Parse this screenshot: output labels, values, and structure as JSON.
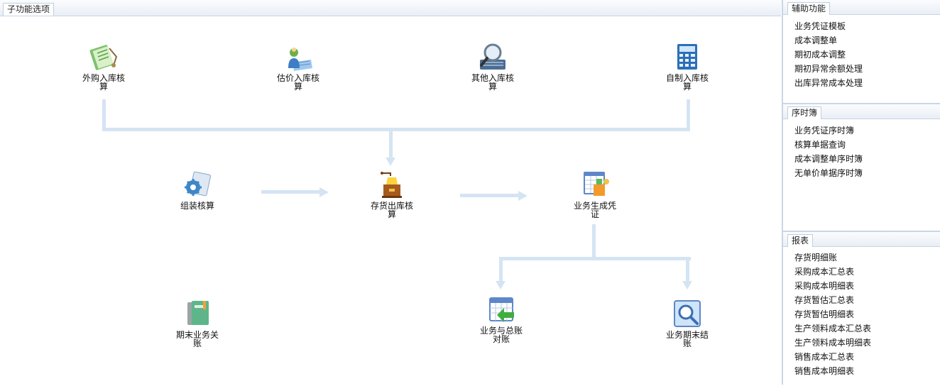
{
  "main": {
    "tab_label": "子功能选项",
    "nodes": {
      "purchase_in": "外购入库核算",
      "estimate_in": "估价入库核算",
      "other_in": "其他入库核算",
      "selfmade_in": "自制入库核算",
      "assembly": "组装核算",
      "stock_out": "存货出库核算",
      "voucher_gen": "业务生成凭证",
      "period_close": "期末业务关账",
      "ledger_check": "业务与总账对账",
      "period_end": "业务期末结账"
    }
  },
  "side": {
    "aux": {
      "title": "辅助功能",
      "items": [
        "业务凭证模板",
        "成本调整单",
        "期初成本调整",
        "期初异常余额处理",
        "出库异常成本处理"
      ]
    },
    "journal": {
      "title": "序时簿",
      "items": [
        "业务凭证序时簿",
        "核算单据查询",
        "成本调整单序时簿",
        "无单价单据序时簿"
      ]
    },
    "reports": {
      "title": "报表",
      "items": [
        "存货明细账",
        "采购成本汇总表",
        "采购成本明细表",
        "存货暂估汇总表",
        "存货暂估明细表",
        "生产领料成本汇总表",
        "生产领料成本明细表",
        "销售成本汇总表",
        "销售成本明细表"
      ]
    }
  }
}
